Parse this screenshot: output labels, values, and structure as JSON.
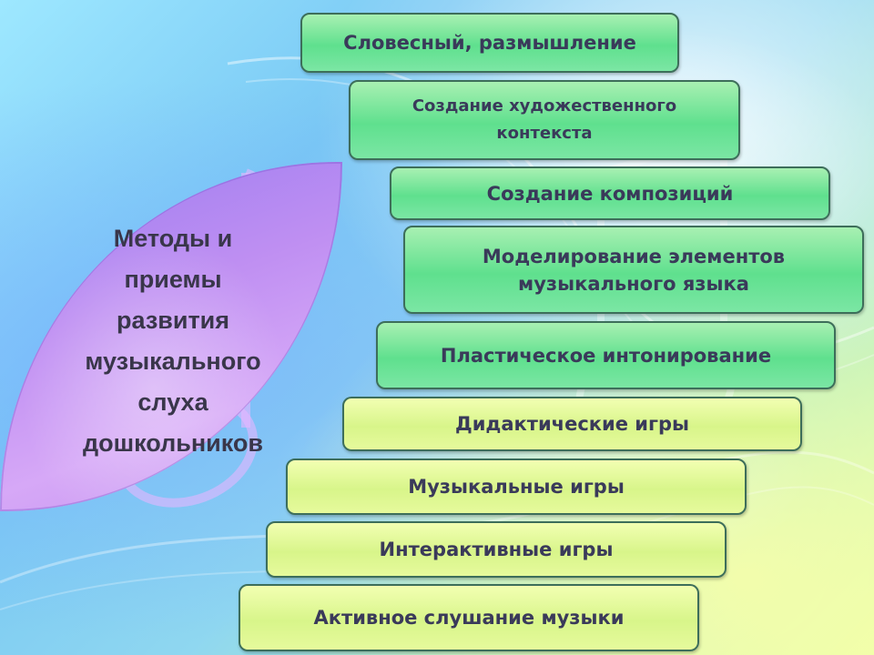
{
  "title": {
    "lines": [
      "Методы и",
      "приемы",
      "развития",
      "музыкального",
      "слуха",
      "дошкольников"
    ]
  },
  "methods": [
    {
      "text": "Словесный, размышление"
    },
    {
      "text": "Создание художественного контекста"
    },
    {
      "text": "Создание композиций"
    },
    {
      "text": "Моделирование элементов музыкального языка"
    },
    {
      "text": "Пластическое интонирование"
    },
    {
      "text": "Дидактические игры"
    },
    {
      "text": "Музыкальные игры"
    },
    {
      "text": "Интерактивные игры"
    },
    {
      "text": "Активное слушание музыки"
    }
  ],
  "colors": {
    "box_green": "#5fe08e",
    "box_yellow": "#d8f58a",
    "panel_purple": "#bf8ff2",
    "text": "#3a3a5a"
  },
  "icons": [
    "music-note-decoration"
  ]
}
